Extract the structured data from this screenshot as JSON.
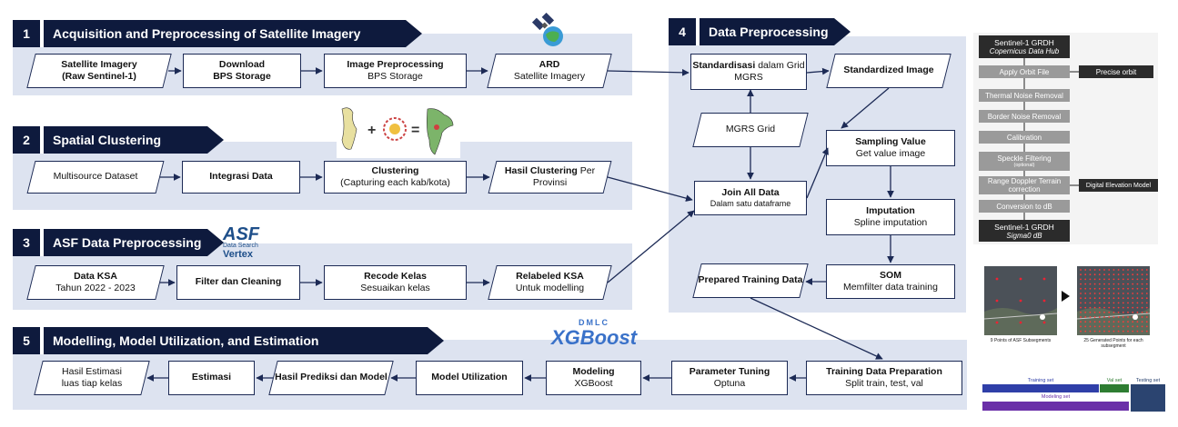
{
  "sections": {
    "s1": {
      "num": "1",
      "title": "Acquisition and Preprocessing of Satellite Imagery"
    },
    "s2": {
      "num": "2",
      "title": "Spatial Clustering"
    },
    "s3": {
      "num": "3",
      "title": "ASF Data Preprocessing"
    },
    "s4": {
      "num": "4",
      "title": "Data Preprocessing"
    },
    "s5": {
      "num": "5",
      "title": "Modelling, Model Utilization, and Estimation"
    }
  },
  "s1_nodes": {
    "sat": {
      "l1": "Satellite Imagery",
      "l2": "(Raw Sentinel-1)"
    },
    "download": {
      "l1": "Download",
      "l2": "BPS Storage"
    },
    "preproc": {
      "l1": "Image Preprocessing",
      "l2": "BPS Storage"
    },
    "ard": {
      "l1": "ARD",
      "l2": "Satellite Imagery"
    }
  },
  "s2_nodes": {
    "multi": {
      "l1": "Multisource Dataset"
    },
    "integ": {
      "l1": "Integrasi Data"
    },
    "clust": {
      "l1": "Clustering",
      "l2": "(Capturing each kab/kota)"
    },
    "hasil_b": "Hasil Clustering",
    "hasil_r": " Per Provinsi"
  },
  "s3_nodes": {
    "ksa": {
      "l1": "Data KSA",
      "l2": "Tahun 2022 - 2023"
    },
    "filter": {
      "l1": "Filter dan Cleaning"
    },
    "recode": {
      "l1": "Recode Kelas",
      "l2": "Sesuaikan kelas"
    },
    "relab": {
      "l1": "Relabeled KSA",
      "l2": "Untuk modelling"
    }
  },
  "s4_nodes": {
    "std_b": "Standardisasi",
    "std_r": " dalam Grid",
    "std_l2": "MGRS",
    "stdimg": "Standardized Image",
    "mgrs": "MGRS Grid",
    "samp": {
      "l1": "Sampling Value",
      "l2": "Get value image"
    },
    "join": {
      "l1": "Join All Data",
      "l2": "Dalam satu dataframe"
    },
    "imput": {
      "l1": "Imputation",
      "l2": "Spline imputation"
    },
    "prep": "Prepared Training Data",
    "som": {
      "l1": "SOM",
      "l2": "Memfilter data training"
    }
  },
  "s5_nodes": {
    "hasil": {
      "l1": "Hasil Estimasi",
      "l2": "luas tiap kelas"
    },
    "estim": "Estimasi",
    "pred": "Hasil Prediksi dan Model",
    "util": "Model Utilization",
    "model": {
      "l1": "Modeling",
      "l2": "XGBoost"
    },
    "param": {
      "l1": "Parameter Tuning",
      "l2": "Optuna"
    },
    "tdp": {
      "l1": "Training Data Preparation",
      "l2": "Split train, test, val"
    }
  },
  "logos": {
    "asf_big": "ASF",
    "asf_sub": "Data Search",
    "asf_vertex": "Vertex",
    "dmlc": "DMLC",
    "xgboost": "XGBoost"
  },
  "gray_chart": {
    "top_l1": "Sentinel-1 GRDH",
    "top_l2": "Copernicus Data Hub",
    "steps": [
      "Apply Orbit File",
      "Thermal Noise Removal",
      "Border Noise Removal",
      "Calibration",
      "Speckle Filtering",
      "Range Doppler Terrain correction",
      "Conversion to dB"
    ],
    "speckle_note": "(optional)",
    "bottom_l1": "Sentinel-1 GRDH",
    "bottom_l2": "Sigma0 dB",
    "side1": "Precise orbit",
    "side2": "Digital Elevation Model"
  },
  "grid_images": {
    "cap1": "9 Points of ASF Subsegments",
    "cap2": "25 Generated Points for each subsegment"
  },
  "split_bar": {
    "training": "Training set",
    "val": "Val set",
    "testing": "Testing set",
    "modeling": "Modeling set",
    "colors": {
      "training": "#2f3fa8",
      "val": "#2e7d32",
      "testing": "#2b4470",
      "modeling": "#6a2fa8"
    }
  }
}
